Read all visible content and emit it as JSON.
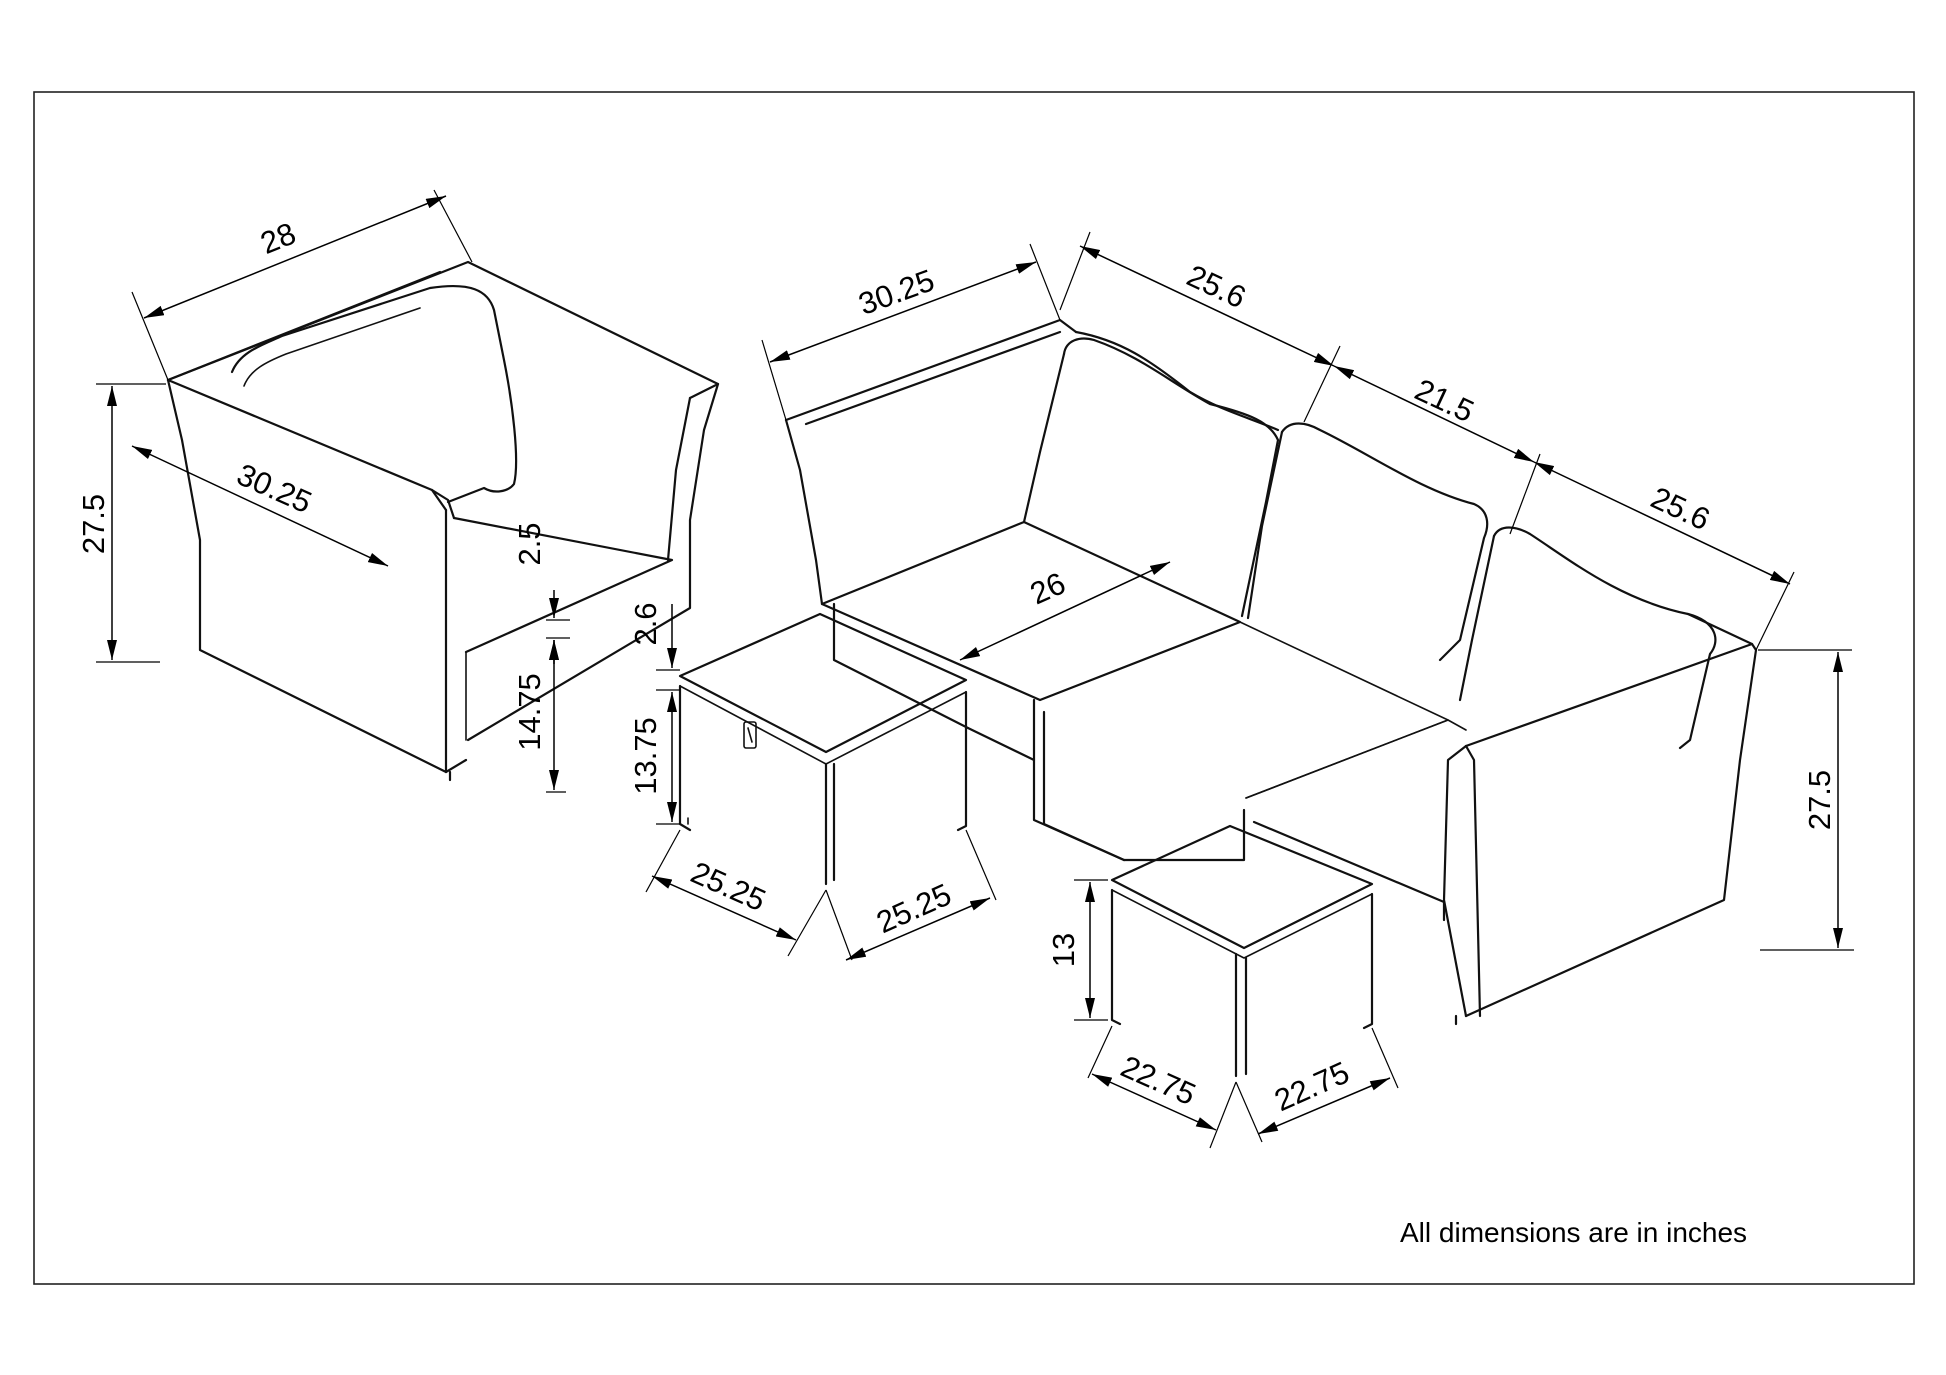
{
  "note": "All dimensions are in inches",
  "dimensions": {
    "chair_width": "28",
    "chair_depth": "30.25",
    "chair_height": "27.5",
    "chair_cushion": "2.5",
    "chair_seat_height": "14.75",
    "sofa_end_depth": "30.25",
    "sofa_back_1": "25.6",
    "sofa_back_2": "21.5",
    "sofa_back_3": "25.6",
    "sofa_seat_depth": "26",
    "sofa_height": "27.5",
    "storage_lid": "2.6",
    "storage_height": "13.75",
    "storage_width_left": "25.25",
    "storage_width_right": "25.25",
    "ottoman_height": "13",
    "ottoman_width_left": "22.75",
    "ottoman_width_right": "22.75"
  }
}
